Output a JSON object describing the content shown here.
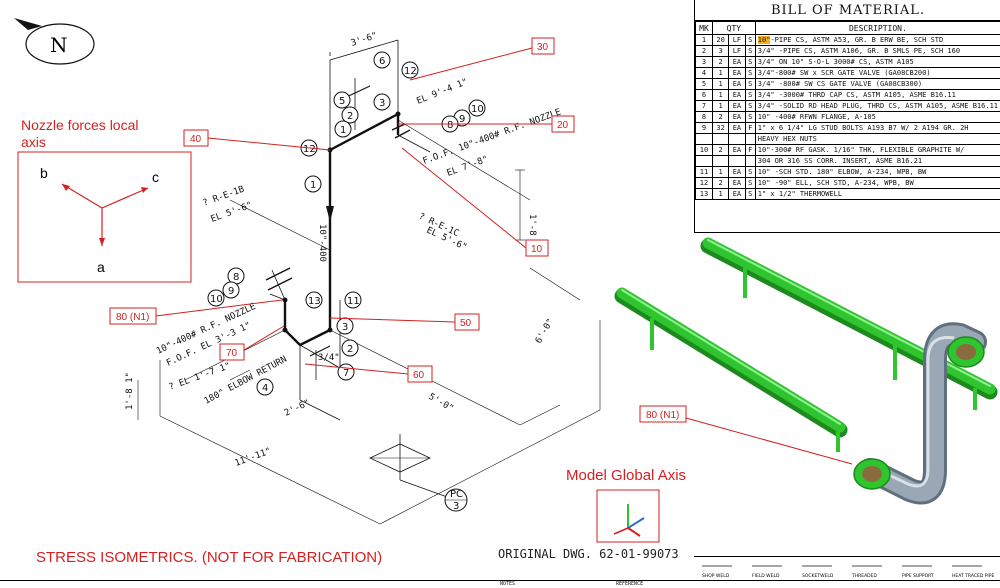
{
  "north_label": "N",
  "nozzle_box": {
    "title_line1": "Nozzle forces local",
    "title_line2": "axis",
    "axis_b": "b",
    "axis_c": "c",
    "axis_a": "a"
  },
  "tags": {
    "t30": "30",
    "t40": "40",
    "t20": "20",
    "t10": "10",
    "t80a": "80 (N1)",
    "t50": "50",
    "t70": "70",
    "t60": "60",
    "t80b": "80 (N1)"
  },
  "bubbles": [
    "6",
    "12",
    "5",
    "3",
    "2",
    "1",
    "9",
    "10",
    "8",
    "12",
    "1",
    "8",
    "9",
    "10",
    "13",
    "11",
    "3",
    "2",
    "7",
    "4"
  ],
  "pc_label": "PC",
  "pc_num": "3",
  "iso_text": {
    "dim1": "3'-6\"",
    "el1": "EL 9'-4 1\"",
    "nozzle_top": "F.O.F. 10\"-400# R.F. NOZZLE",
    "el_top": "EL 7'-8\"",
    "dim_v": "1'-8 1\"",
    "r1b": "? R-E-1B",
    "el_r1b": "EL 5'-6\"",
    "r1c": "? R-E-1C",
    "el_r1c": "EL 5'-6\"",
    "nozzle_bot1": "10\"-400# R.F. NOZZLE",
    "nozzle_bot2": "F.O.F. EL 3'-3 1\"",
    "el_bot": "? EL 1'-7 1\"",
    "elbow_return": "180\" ELBOW RETURN",
    "dim_26": "2'-6\"",
    "dim_left": "1'-8 1\"",
    "dim_50": "5'-0\"",
    "dim_60": "6'-0\"",
    "dim_11": "11'-11\"",
    "vert_mark": "10\"-400",
    "v34": "3/4\""
  },
  "model_axis_label": "Model Global Axis",
  "stress_label": "STRESS ISOMETRICS. (NOT FOR FABRICATION)",
  "orig_dwg": "ORIGINAL DWG. 62-01-99073",
  "bom": {
    "title": "BILL OF MATERIAL.",
    "headers": [
      "MK",
      "QTY",
      "DESCRIPTION."
    ],
    "rows": [
      [
        "1",
        "20",
        "LF",
        "S",
        "10\"",
        "-PIPE CS, ASTM A53, GR. B ERW BE, SCH STD"
      ],
      [
        "2",
        "3",
        "LF",
        "S",
        "",
        "3/4\" -PIPE CS, ASTM A106, GR. B SMLS PE, SCH 160"
      ],
      [
        "3",
        "2",
        "EA",
        "S",
        "",
        "3/4\" ON 10\" S-O-L 3000# CS, ASTM A105"
      ],
      [
        "4",
        "1",
        "EA",
        "S",
        "",
        "3/4\"-800# SW x SCR GATE VALVE (GA08CB200)"
      ],
      [
        "5",
        "1",
        "EA",
        "S",
        "",
        "3/4\" -800# SW CS GATE VALVE (GA08CB300)"
      ],
      [
        "6",
        "1",
        "EA",
        "S",
        "",
        "3/4\" -3000# THRD CAP CS, ASTM A105, ASME B16.11"
      ],
      [
        "7",
        "1",
        "EA",
        "S",
        "",
        "3/4\" -SOLID RD HEAD PLUG, THRD CS, ASTM A105, ASME B16.11"
      ],
      [
        "8",
        "2",
        "EA",
        "S",
        "",
        "10\" -400# RFWN FLANGE, A-105"
      ],
      [
        "9",
        "32",
        "EA",
        "F",
        "",
        "1\" x 6 1/4\" LG STUD BOLTS A193 B7 W/ 2 A194 GR. 2H"
      ],
      [
        "",
        "",
        "",
        "",
        "",
        "HEAVY HEX NUTS"
      ],
      [
        "10",
        "2",
        "EA",
        "F",
        "",
        "10\"-300# RF GASK. 1/16\" THK, FLEXIBLE GRAPHITE W/"
      ],
      [
        "",
        "",
        "",
        "",
        "",
        "304 OR 316 SS CORR. INSERT, ASME B16.21"
      ],
      [
        "11",
        "1",
        "EA",
        "S",
        "",
        "10\" -SCH STD. 180\" ELBOW, A-234, WPB, BW"
      ],
      [
        "12",
        "2",
        "EA",
        "S",
        "",
        "10\" -90\" ELL, SCH STD, A-234, WPB, BW"
      ],
      [
        "13",
        "1",
        "EA",
        "S",
        "",
        "1\" x 1/2\" THERMOWELL"
      ]
    ]
  },
  "legend_items": [
    "SHOP WELD",
    "FIELD WELD",
    "SOCKETWELD",
    "THREADED",
    "PIPE SUPPORT",
    "HEAT TRACED PIPE"
  ],
  "bottom_strip": [
    "NOTES",
    "REFERENCE"
  ],
  "colors": {
    "accent_red": "#d42020",
    "pipe_green": "#2fc52f",
    "pipe_grey": "#9aa8b6"
  }
}
